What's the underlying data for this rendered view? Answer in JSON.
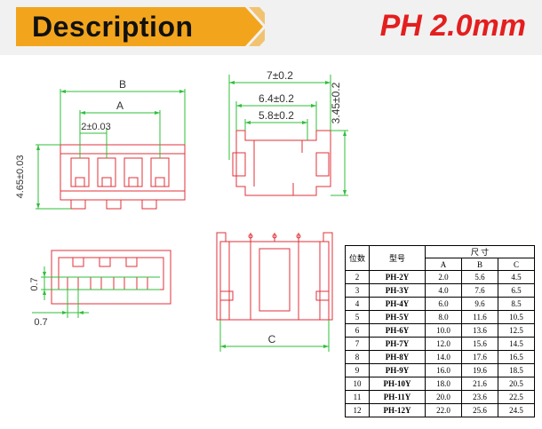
{
  "header": {
    "title": "Description",
    "product": "PH 2.0mm"
  },
  "dimensions": {
    "B": "B",
    "A": "A",
    "pitch": "2±0.03",
    "height_side": "4.65±0.03",
    "width_outer": "7±0.2",
    "width_mid": "6.4±0.2",
    "width_inner": "5.8±0.2",
    "height_right": "3.45±0.2",
    "bottom_v": "0.7",
    "bottom_h": "0.7",
    "C": "C"
  },
  "table": {
    "col_positions": "位数",
    "col_model": "型号",
    "col_size": "尺  寸",
    "col_a": "A",
    "col_b": "B",
    "col_c": "C",
    "rows": [
      {
        "n": "2",
        "model": "PH-2Y",
        "a": "2.0",
        "b": "5.6",
        "c": "4.5"
      },
      {
        "n": "3",
        "model": "PH-3Y",
        "a": "4.0",
        "b": "7.6",
        "c": "6.5"
      },
      {
        "n": "4",
        "model": "PH-4Y",
        "a": "6.0",
        "b": "9.6",
        "c": "8.5"
      },
      {
        "n": "5",
        "model": "PH-5Y",
        "a": "8.0",
        "b": "11.6",
        "c": "10.5"
      },
      {
        "n": "6",
        "model": "PH-6Y",
        "a": "10.0",
        "b": "13.6",
        "c": "12.5"
      },
      {
        "n": "7",
        "model": "PH-7Y",
        "a": "12.0",
        "b": "15.6",
        "c": "14.5"
      },
      {
        "n": "8",
        "model": "PH-8Y",
        "a": "14.0",
        "b": "17.6",
        "c": "16.5"
      },
      {
        "n": "9",
        "model": "PH-9Y",
        "a": "16.0",
        "b": "19.6",
        "c": "18.5"
      },
      {
        "n": "10",
        "model": "PH-10Y",
        "a": "18.0",
        "b": "21.6",
        "c": "20.5"
      },
      {
        "n": "11",
        "model": "PH-11Y",
        "a": "20.0",
        "b": "23.6",
        "c": "22.5"
      },
      {
        "n": "12",
        "model": "PH-12Y",
        "a": "22.0",
        "b": "25.6",
        "c": "24.5"
      }
    ]
  },
  "colors": {
    "dimension_green": "#2fbf3a",
    "outline_red": "#e0303a",
    "dimension_text": "#333333",
    "title_red": "#e41e1e",
    "tag_gold": "#f2a51c"
  }
}
